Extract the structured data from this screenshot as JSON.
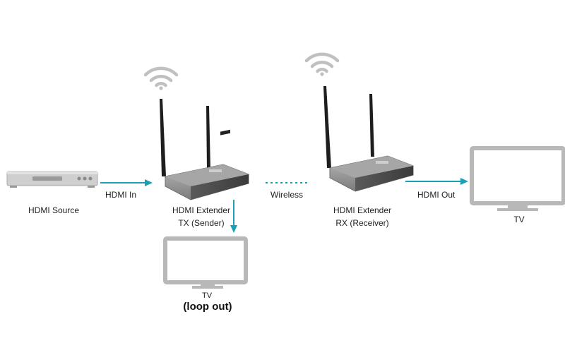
{
  "colors": {
    "arrow": "#1aa0b3",
    "device_body": "#8e8e8e",
    "device_face": "#4a4a4a",
    "antenna": "#1e1e1e",
    "tv_frame": "#b8b8b8",
    "source_box": "#c4c4c4",
    "wifi": "#c0c0c0"
  },
  "labels": {
    "source": "HDMI Source",
    "hdmi_in": "HDMI In",
    "tx_line1": "HDMI Extender",
    "tx_line2": "TX (Sender)",
    "wireless": "Wireless",
    "rx_line1": "HDMI Extender",
    "rx_line2": "RX (Receiver)",
    "hdmi_out": "HDMI Out",
    "tv_right": "TV",
    "tv_loop": "TV",
    "loop_out": "(loop out)"
  },
  "icons": {
    "wifi": "wifi-icon",
    "source": "media-player-icon",
    "tv": "tv-monitor-icon",
    "extender": "wireless-extender-icon"
  }
}
